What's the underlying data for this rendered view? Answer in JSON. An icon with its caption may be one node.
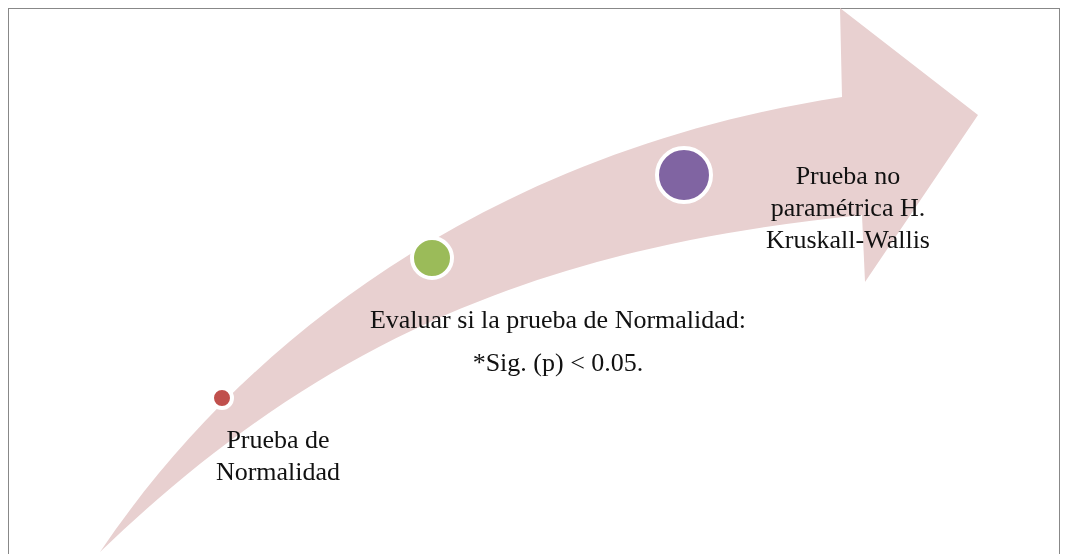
{
  "diagram": {
    "nodes": [
      {
        "text": [
          "Prueba de Normalidad"
        ]
      },
      {
        "text": [
          "Evaluar si la prueba de Normalidad:",
          "*Sig. (p) < 0.05."
        ]
      },
      {
        "text": [
          "Prueba no paramétrica H. Kruskall-Wallis"
        ]
      }
    ]
  }
}
